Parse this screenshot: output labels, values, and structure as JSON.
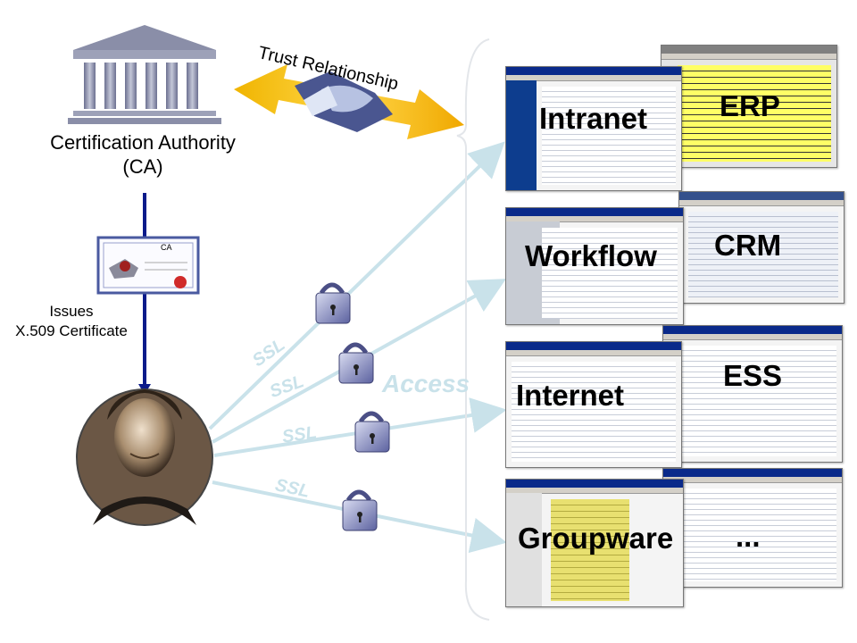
{
  "diagram": {
    "ca_title_line1": "Certification Authority",
    "ca_title_line2": "(CA)",
    "trust_label": "Trust Relationship",
    "issues_line1": "Issues",
    "issues_line2": "X.509 Certificate",
    "certificate_text": "CA",
    "access_label": "Access",
    "ssl_labels": [
      "SSL",
      "SSL",
      "SSL",
      "SSL"
    ],
    "apps": {
      "intranet": "Intranet",
      "erp": "ERP",
      "workflow": "Workflow",
      "crm": "CRM",
      "internet": "Internet",
      "ess": "ESS",
      "groupware": "Groupware",
      "more": "..."
    },
    "colors": {
      "arrow_blue": "#0b1a8a",
      "access_lines": "#c9e2ea",
      "trust_arrow": "#f5b000",
      "building": "#8a8ea8"
    }
  }
}
